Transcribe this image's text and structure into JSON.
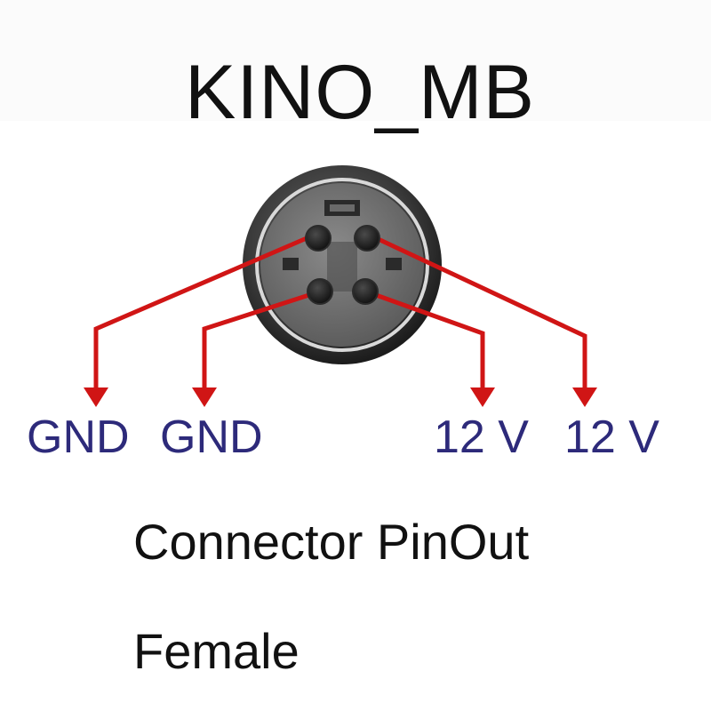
{
  "title": "KINO_MB",
  "pins": [
    {
      "label": "GND"
    },
    {
      "label": "GND"
    },
    {
      "label": "12 V"
    },
    {
      "label": "12 V"
    }
  ],
  "caption": "Connector PinOut",
  "gender": "Female",
  "colors": {
    "wire": "#d01515",
    "label": "#2d2a7a",
    "connector_body": "#5e5e5e",
    "connector_ring": "#2a2a2a",
    "pin": "#1a1a1a"
  }
}
